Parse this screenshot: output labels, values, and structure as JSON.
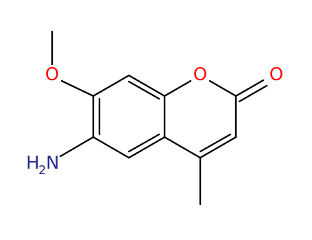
{
  "molecule": {
    "atoms": {
      "methoxy_oxygen": "O",
      "ring_oxygen": "O",
      "carbonyl_oxygen": "O",
      "amino_group": {
        "element": "N",
        "hydrogen": "H",
        "hydrogen_count": "2"
      }
    },
    "colors": {
      "bond": "#000000",
      "oxygen": "#ff0d0d",
      "nitrogen": "#2b2b8f"
    }
  }
}
